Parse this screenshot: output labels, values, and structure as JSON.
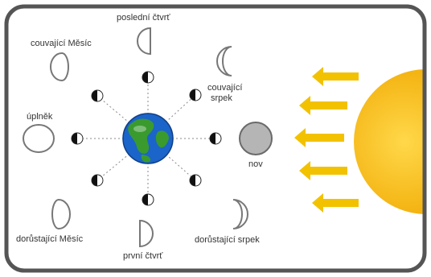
{
  "labels": {
    "last_quarter": "poslední čtvrť",
    "waning_gibbous": "couvající Měsíc",
    "waning_crescent_line1": "couvající",
    "waning_crescent_line2": "srpek",
    "full_moon": "úplněk",
    "new_moon": "nov",
    "waxing_gibbous": "dorůstající Měsíc",
    "first_quarter": "první čtvrť",
    "waxing_crescent": "dorůstající srpek"
  },
  "colors": {
    "frame": "#555555",
    "sun": "#f5b800",
    "arrow": "#f2c200",
    "earth_ocean": "#1b64c9",
    "earth_land": "#3a9a2e",
    "new_moon_fill": "#b5b5b5"
  },
  "icons": [
    "sun",
    "sunlight-arrow",
    "earth",
    "moon-phase"
  ],
  "sunlight_arrow_count": 5,
  "orbit_moon_count": 8
}
